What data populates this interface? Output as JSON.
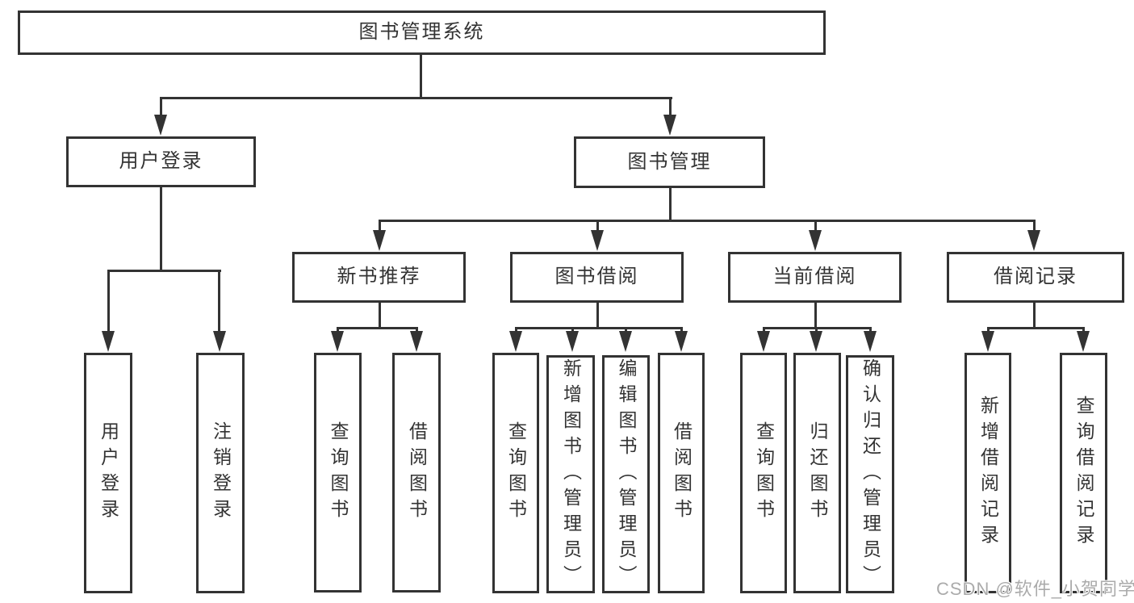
{
  "colors": {
    "ink": "#333333",
    "background": "#ffffff",
    "watermark": "#ababab"
  },
  "watermark": {
    "text": "CSDN @软件_小贺同学"
  },
  "tree": {
    "root": {
      "label": "图书管理系统",
      "children": [
        {
          "label": "用户登录",
          "children": [
            {
              "label": "用户登录"
            },
            {
              "label": "注销登录"
            }
          ]
        },
        {
          "label": "图书管理",
          "children": [
            {
              "label": "新书推荐",
              "children": [
                {
                  "label": "查询图书"
                },
                {
                  "label": "借阅图书"
                }
              ]
            },
            {
              "label": "图书借阅",
              "children": [
                {
                  "label": "查询图书"
                },
                {
                  "label": "新增图书（管理员）"
                },
                {
                  "label": "编辑图书（管理员）"
                },
                {
                  "label": "借阅图书"
                }
              ]
            },
            {
              "label": "当前借阅",
              "children": [
                {
                  "label": "查询图书"
                },
                {
                  "label": "归还图书"
                },
                {
                  "label": "确认归还（管理员）"
                }
              ]
            },
            {
              "label": "借阅记录",
              "children": [
                {
                  "label": "新增借阅记录"
                },
                {
                  "label": "查询借阅记录"
                }
              ]
            }
          ]
        }
      ]
    }
  }
}
